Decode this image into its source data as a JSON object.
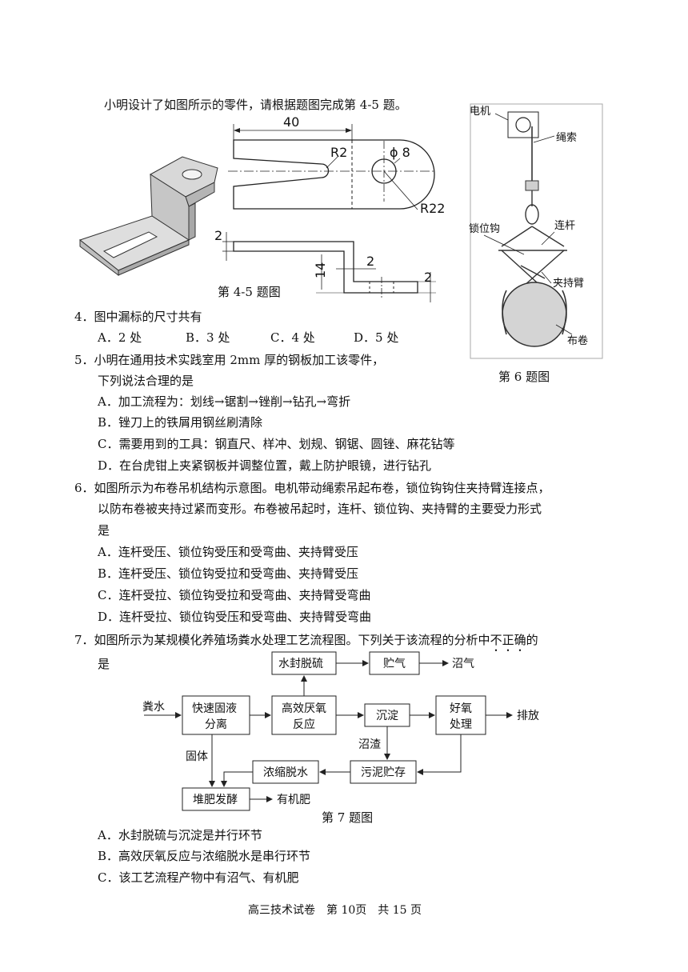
{
  "intro": "小明设计了如图所示的零件，请根据题图完成第 4-5 题。",
  "fig45": {
    "caption": "第 4-5 题图",
    "dim_40": "40",
    "dim_r2": "R2",
    "dim_phi8": "ϕ 8",
    "dim_r22": "R22",
    "dim_2a": "2",
    "dim_14": "14",
    "dim_2b": "2",
    "dim_2c": "2"
  },
  "fig6": {
    "caption": "第 6 题图",
    "motor": "电机",
    "rope": "绳索",
    "lock_hook": "锁位钩",
    "link": "连杆",
    "clamp_arm": "夹持臂",
    "cloth_roll": "布卷"
  },
  "q4": {
    "stem": "4．图中漏标的尺寸共有",
    "a": "A．2 处",
    "b": "B．3 处",
    "c": "C．4 处",
    "d": "D．5 处"
  },
  "q5": {
    "stem1": "5．小明在通用技术实践室用 2mm 厚的钢板加工该零件，",
    "stem2": "下列说法合理的是",
    "a": "A．加工流程为：划线→锯割→锉削→钻孔→弯折",
    "b": "B．锉刀上的铁屑用钢丝刷清除",
    "c": "C．需要用到的工具：钢直尺、样冲、划规、钢锯、圆锉、麻花钻等",
    "d": "D．在台虎钳上夹紧钢板并调整位置，戴上防护眼镜，进行钻孔"
  },
  "q6": {
    "stem1": "6．如图所示为布卷吊机结构示意图。电机带动绳索吊起布卷，锁位钩钩住夹持臂连接点，",
    "stem2": "以防布卷被夹持过紧而变形。布卷被吊起时，连杆、锁位钩、夹持臂的主要受力形式",
    "stem3": "是",
    "a": "A．连杆受压、锁位钩受压和受弯曲、夹持臂受压",
    "b": "B．连杆受压、锁位钩受拉和受弯曲、夹持臂受压",
    "c": "C．连杆受拉、锁位钩受拉和受弯曲、夹持臂受弯曲",
    "d": "D．连杆受拉、锁位钩受压和受弯曲、夹持臂受弯曲"
  },
  "q7": {
    "stem1a": "7．如图所示为某规模化养殖场粪水处理工艺流程图。下列关于该流程的分析中",
    "stem1b": "不正确",
    "stem1c": "的",
    "stem2": "是",
    "a": "A．水封脱硫与沉淀是并行环节",
    "b": "B．高效厌氧反应与浓缩脱水是串行环节",
    "c": "C．该工艺流程产物中有沼气、有机肥"
  },
  "fig7": {
    "caption": "第 7 题图",
    "water_seal": "水封脱硫",
    "store_gas": "贮气",
    "biogas": "沼气",
    "manure_water": "粪水",
    "sep1": "快速固液",
    "sep2": "分离",
    "anaer1": "高效厌氧",
    "anaer2": "反应",
    "settle": "沉淀",
    "aer1": "好氧",
    "aer2": "处理",
    "discharge": "排放",
    "residue": "沼渣",
    "solid": "固体",
    "thicken": "浓缩脱水",
    "sludge": "污泥贮存",
    "compost": "堆肥发酵",
    "fertilizer": "有机肥"
  },
  "footer": "高三技术试卷　第 10页　共 15 页"
}
